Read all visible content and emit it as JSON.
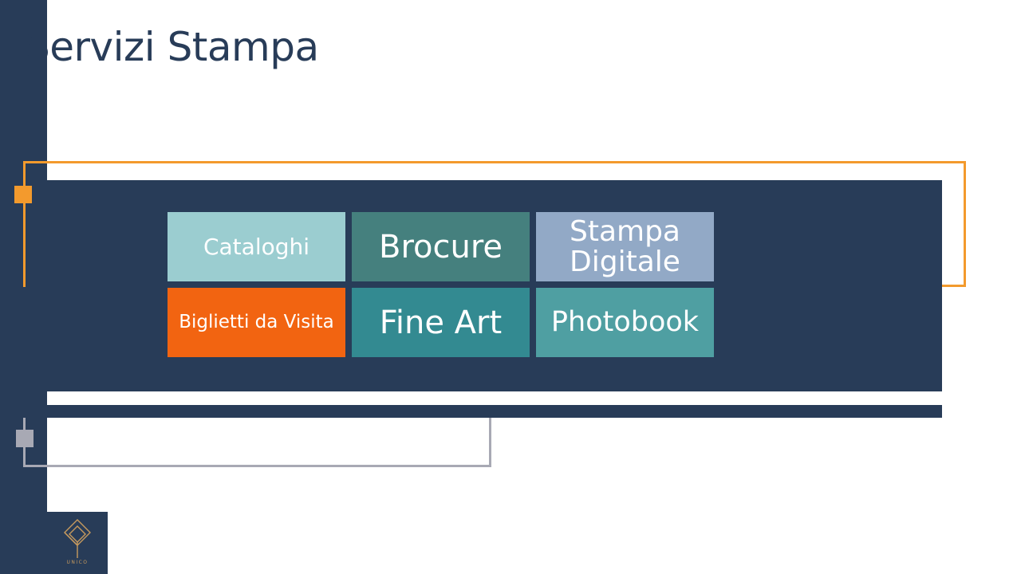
{
  "slide": {
    "title": "Servizi Stampa"
  },
  "tiles": [
    {
      "label": "Cataloghi"
    },
    {
      "label": "Brocure"
    },
    {
      "label": "Stampa Digitale"
    },
    {
      "label": "Biglietti da Visita"
    },
    {
      "label": "Fine Art"
    },
    {
      "label": "Photobook"
    }
  ],
  "logo": {
    "text": "UNICO"
  },
  "colors": {
    "navy": "#283c58",
    "orange_accent": "#f39a2d",
    "gray_accent": "#a8a9b4",
    "tile_cataloghi": "#9bcdd0",
    "tile_brocure": "#45807e",
    "tile_stampa_digitale": "#92a9c6",
    "tile_biglietti": "#f26411",
    "tile_fine_art": "#338a91",
    "tile_photobook": "#4f9fa2",
    "logo_gold": "#c79a5e"
  }
}
